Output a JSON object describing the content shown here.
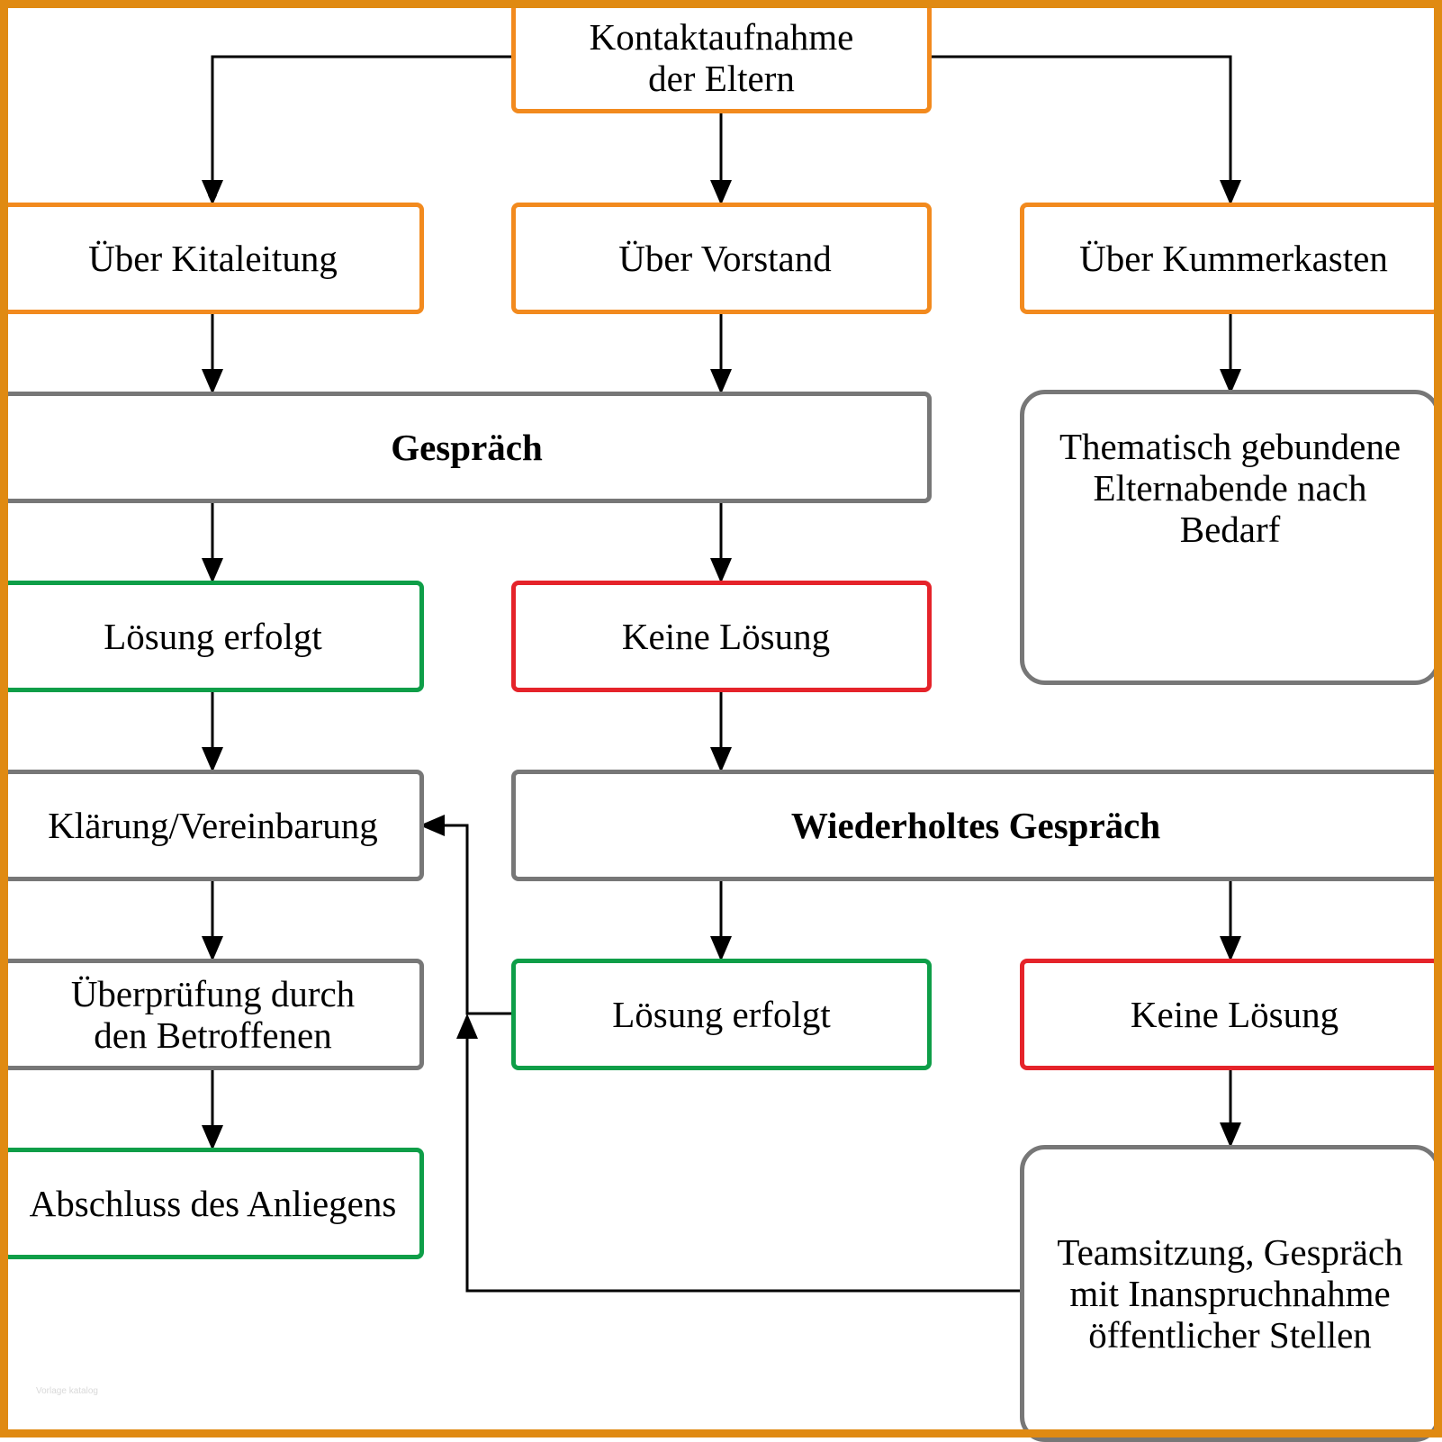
{
  "nodes": {
    "kontakt": "Kontaktaufnahme\nder Eltern",
    "kitaleitung": "Über Kitaleitung",
    "vorstand": "Über Vorstand",
    "kummerkasten": "Über Kummerkasten",
    "gespraech": "Gespräch",
    "elternabende": "Thematisch gebundene\nElternabende nach\nBedarf",
    "loesung1": "Lösung erfolgt",
    "keine1": "Keine Lösung",
    "klaerung": "Klärung/Vereinbarung",
    "wiederholt": "Wiederholtes Gespräch",
    "ueberpruefung": "Überprüfung durch\nden Betroffenen",
    "loesung2": "Lösung erfolgt",
    "keine2": "Keine Lösung",
    "abschluss": "Abschluss des Anliegens",
    "teamsitzung": "Teamsitzung, Gespräch\nmit Inanspruchnahme\nöffentlicher Stellen"
  },
  "watermark": "Vorlage katalog",
  "colors": {
    "frame": "#e08a12",
    "entry": "#f28a1e",
    "success": "#0e9e48",
    "failure": "#e5232a",
    "neutral": "#777777"
  }
}
